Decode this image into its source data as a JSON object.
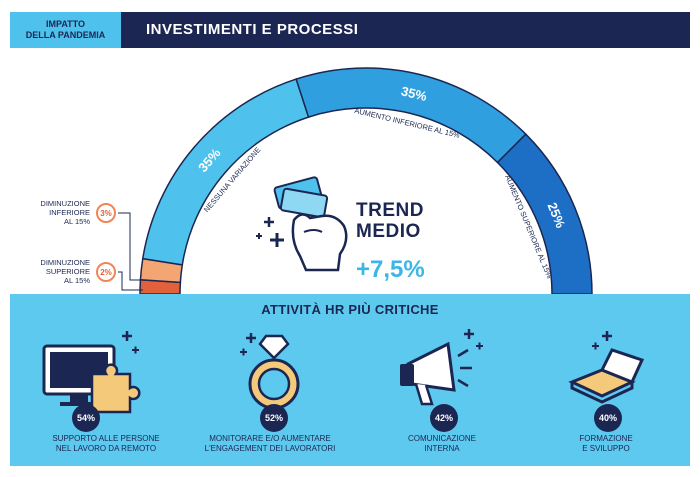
{
  "header": {
    "tag_line1": "IMPATTO",
    "tag_line2": "DELLA PANDEMIA",
    "title": "INVESTIMENTI E PROCESSI"
  },
  "colors": {
    "navy": "#1b2752",
    "light_blue": "#4ec2ec",
    "mid_blue": "#2f9fe0",
    "dark_blue": "#1d6fc6",
    "orange": "#f0855a",
    "red": "#e2603a"
  },
  "chart_data": {
    "type": "pie",
    "style": "half-donut gauge",
    "slices": [
      {
        "label": "DIMINUZIONE SUPERIORE AL 15%",
        "value": 2,
        "value_label": "2%",
        "color": "#e2603a"
      },
      {
        "label": "DIMINUZIONE INFERIORE AL 15%",
        "value": 3,
        "value_label": "3%",
        "color": "#f4a574"
      },
      {
        "label": "NESSUNA VARIAZIONE",
        "value": 35,
        "value_label": "35%",
        "color": "#4ec2ec"
      },
      {
        "label": "AUMENTO INFERIORE AL 15%",
        "value": 35,
        "value_label": "35%",
        "color": "#2f9fe0"
      },
      {
        "label": "AUMENTO SUPERIORE AL 15%",
        "value": 25,
        "value_label": "25%",
        "color": "#1d6fc6"
      }
    ],
    "side_labels": [
      {
        "line1": "DIMINUZIONE",
        "line2": "INFERIORE",
        "line3": "AL 15%",
        "value": "3%"
      },
      {
        "line1": "DIMINUZIONE",
        "line2": "SUPERIORE",
        "line3": "AL 15%",
        "value": "2%"
      }
    ]
  },
  "trend": {
    "line1": "TREND",
    "line2": "MEDIO",
    "value": "+7,5%",
    "icon": "hand-money-icon"
  },
  "activities": {
    "title": "ATTIVITÀ HR PIÙ CRITICHE",
    "items": [
      {
        "percent": "54%",
        "line1": "SUPPORTO ALLE PERSONE",
        "line2": "NEL LAVORO DA REMOTO",
        "icon": "computer-puzzle-icon"
      },
      {
        "percent": "52%",
        "line1": "MONITORARE E/O AUMENTARE",
        "line2": "L'ENGAGEMENT DEI LAVORATORI",
        "icon": "diamond-ring-icon"
      },
      {
        "percent": "42%",
        "line1": "COMUNICAZIONE",
        "line2": "INTERNA",
        "icon": "megaphone-icon"
      },
      {
        "percent": "40%",
        "line1": "FORMAZIONE",
        "line2": "E SVILUPPO",
        "icon": "open-book-icon"
      }
    ]
  }
}
